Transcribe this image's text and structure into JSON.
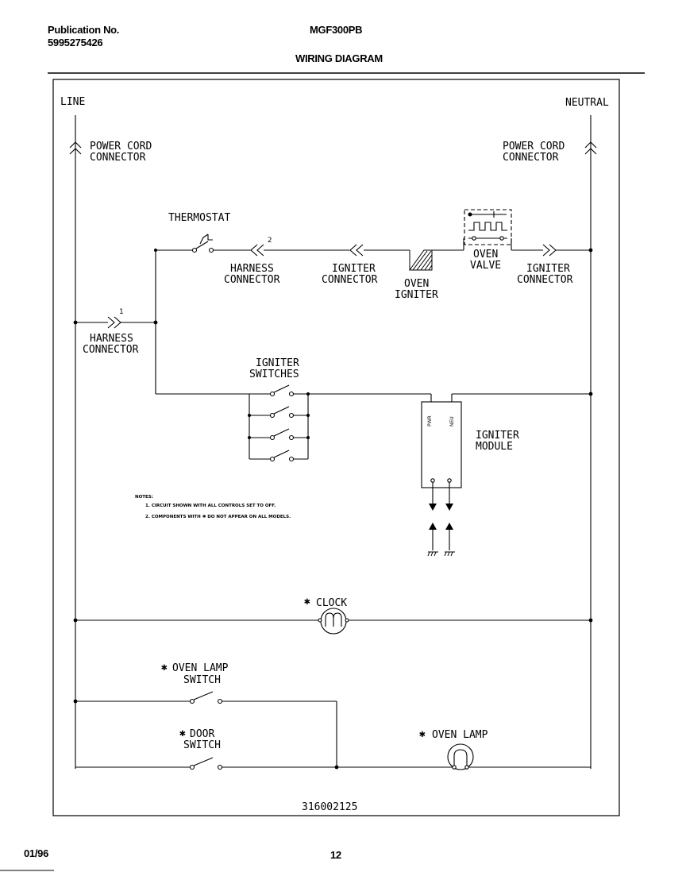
{
  "header": {
    "publication_label": "Publication No.",
    "publication_number": "5995275426",
    "model": "MGF300PB",
    "title": "WIRING DIAGRAM"
  },
  "diagram": {
    "line_label": "LINE",
    "neutral_label": "NEUTRAL",
    "power_cord_left": [
      "POWER CORD",
      "CONNECTOR"
    ],
    "power_cord_right": [
      "POWER CORD",
      "CONNECTOR"
    ],
    "thermostat": "THERMOSTAT",
    "harness_connector_top": [
      "HARNESS",
      "CONNECTOR"
    ],
    "harness_connector_top_num": "2",
    "igniter_connector_left": [
      "IGNITER",
      "CONNECTOR"
    ],
    "oven_igniter": [
      "OVEN",
      "IGNITER"
    ],
    "oven_valve": [
      "OVEN",
      "VALVE"
    ],
    "igniter_connector_right": [
      "IGNITER",
      "CONNECTOR"
    ],
    "harness_connector_left": [
      "HARNESS",
      "CONNECTOR"
    ],
    "harness_connector_left_num": "1",
    "igniter_switches": [
      "IGNITER",
      "SWITCHES"
    ],
    "igniter_module": [
      "IGNITER",
      "MODULE"
    ],
    "module_terminal_left": "PWR",
    "module_terminal_right": "NEU",
    "notes_title": "NOTES:",
    "note_1": "1.  CIRCUIT SHOWN WITH ALL CONTROLS SET TO OFF.",
    "note_2": "2.  COMPONENTS WITH ✱ DO NOT APPEAR ON ALL MODELS.",
    "clock": "CLOCK",
    "oven_lamp_switch": [
      "OVEN LAMP",
      "SWITCH"
    ],
    "door_switch": [
      "DOOR",
      "SWITCH"
    ],
    "oven_lamp": "OVEN LAMP",
    "asterisk": "✱",
    "diagram_number": "316002125"
  },
  "footer": {
    "date": "01/96",
    "page": "12"
  }
}
